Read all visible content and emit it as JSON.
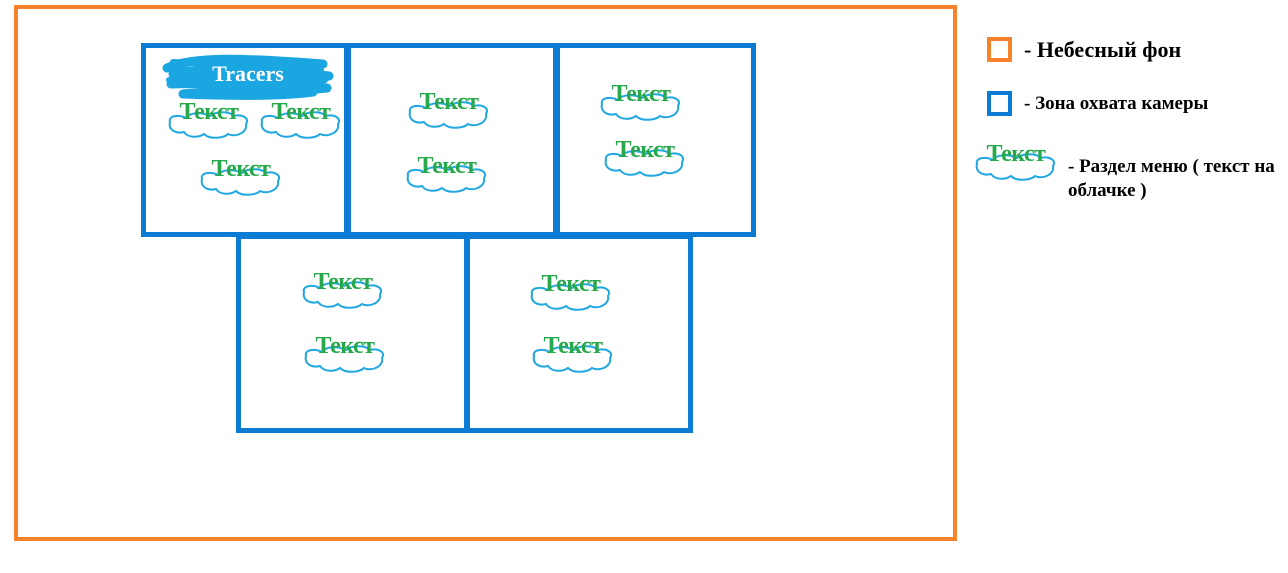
{
  "diagram": {
    "title_tag": "Tracers",
    "item_label": "Текст",
    "colors": {
      "sky_border": "#f7822c",
      "camera_border": "#0b7bd4",
      "cloud_stroke": "#22a8e0",
      "text_green": "#27a84a",
      "title_scribble": "#1aa6e0"
    }
  },
  "legend": {
    "sky": "- Небесный фон",
    "camera": "- Зона охвата камеры",
    "menu_section": "- Раздел меню ( текст на облачке )",
    "menu_sample_label": "Текст"
  }
}
